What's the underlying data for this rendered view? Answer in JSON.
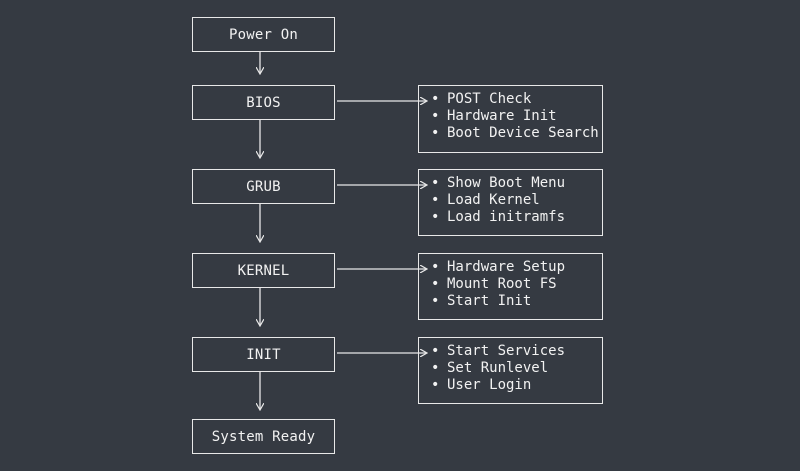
{
  "diagram": {
    "stages": [
      {
        "label": "Power On",
        "details": []
      },
      {
        "label": "BIOS",
        "details": [
          "POST Check",
          "Hardware Init",
          "Boot Device Search"
        ]
      },
      {
        "label": "GRUB",
        "details": [
          "Show Boot Menu",
          "Load Kernel",
          "Load initramfs"
        ]
      },
      {
        "label": "KERNEL",
        "details": [
          "Hardware Setup",
          "Mount Root FS",
          "Start Init"
        ]
      },
      {
        "label": "INIT",
        "details": [
          "Start Services",
          "Set Runlevel",
          "User Login"
        ]
      },
      {
        "label": "System Ready",
        "details": []
      }
    ],
    "bullet": "•",
    "colors": {
      "background": "#353a42",
      "line": "#e8e8e8",
      "text": "#f2f2f2"
    }
  }
}
